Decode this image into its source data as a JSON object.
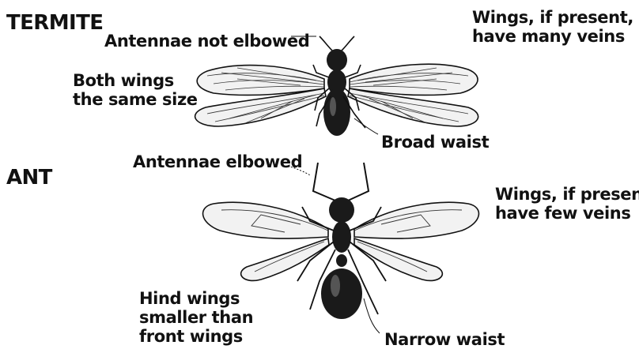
{
  "termite": {
    "heading": "TERMITE",
    "antennae": "Antennae not elbowed",
    "wings_size": "Both wings\nthe same size",
    "wings_veins": "Wings, if present,\nhave many veins",
    "waist": "Broad waist"
  },
  "ant": {
    "heading": "ANT",
    "antennae": "Antennae elbowed",
    "wings_veins": "Wings, if present,\nhave few veins",
    "wings_size": "Hind wings\nsmaller than\nfront wings",
    "waist": "Narrow waist"
  },
  "colors": {
    "ink": "#111111",
    "wing_fill": "#f2f2f2",
    "body": "#1a1a1a"
  }
}
